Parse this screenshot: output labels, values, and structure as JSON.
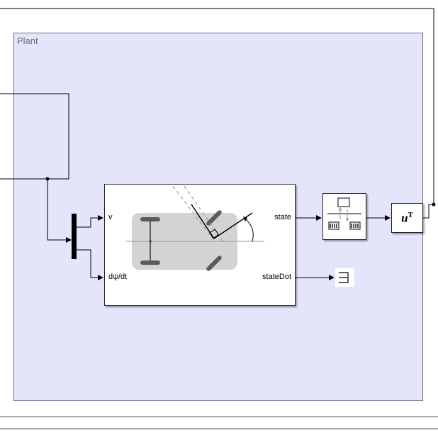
{
  "subsystem": {
    "label": "Plant"
  },
  "vehicle_block": {
    "inputs": [
      "v",
      "dψ/dt"
    ],
    "outputs": [
      "state",
      "stateDot"
    ]
  },
  "transpose_block": {
    "base": "u",
    "superscript": "T"
  },
  "colors": {
    "subsystem_fill": "#e4e4fb",
    "subsystem_border": "#6a6a8a",
    "line": "#000000",
    "block_border": "#222222",
    "vehicle_icon_fill": "#d3d3d3"
  }
}
